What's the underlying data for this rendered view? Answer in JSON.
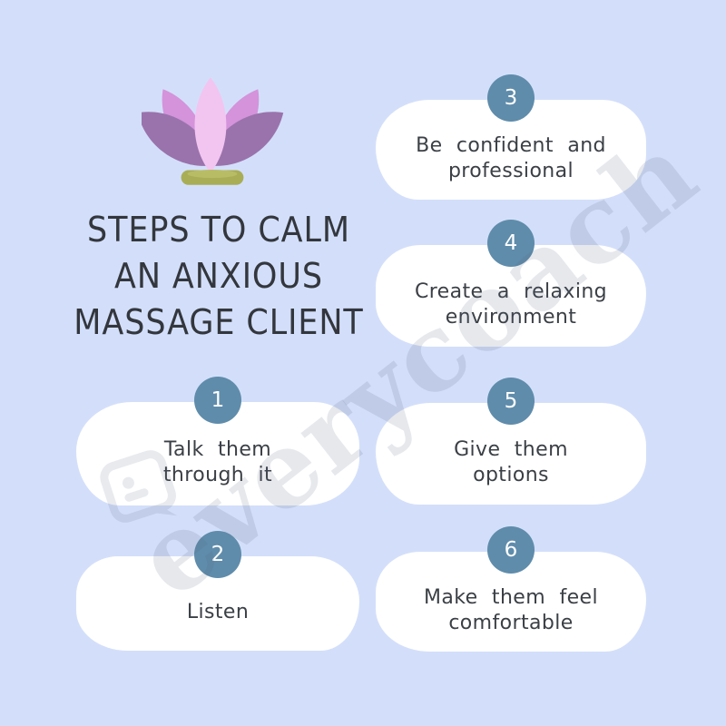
{
  "title": {
    "lines": [
      "STEPS TO CALM",
      "AN ANXIOUS",
      "MASSAGE CLIENT"
    ]
  },
  "steps": [
    {
      "number": "1",
      "lines": [
        "Talk them",
        "through it"
      ]
    },
    {
      "number": "2",
      "lines": [
        "Listen",
        ""
      ]
    },
    {
      "number": "3",
      "lines": [
        "Be confident and",
        "professional"
      ]
    },
    {
      "number": "4",
      "lines": [
        "Create a relaxing",
        "environment"
      ]
    },
    {
      "number": "5",
      "lines": [
        "Give them",
        "options"
      ]
    },
    {
      "number": "6",
      "lines": [
        "Make them feel",
        "comfortable"
      ]
    }
  ],
  "watermark": {
    "text": "everycoach",
    "logo": "everycoach-speech-bubble-badge"
  },
  "icons": {
    "lotus": "lotus-flower"
  },
  "colors": {
    "background": "#d3dffa",
    "card": "#ffffff",
    "badge": "#5f8cab",
    "badge-text": "#ffffff",
    "title-text": "#33373d",
    "body-text": "#3b4046",
    "watermark": "rgba(90,100,130,0.15)",
    "lotus-center": "#f2c5f1",
    "lotus-inner": "#d493da",
    "lotus-outer": "#9a73ac",
    "lotus-base": "#a9ae56",
    "lotus-base-highlight": "#b8bd65"
  }
}
